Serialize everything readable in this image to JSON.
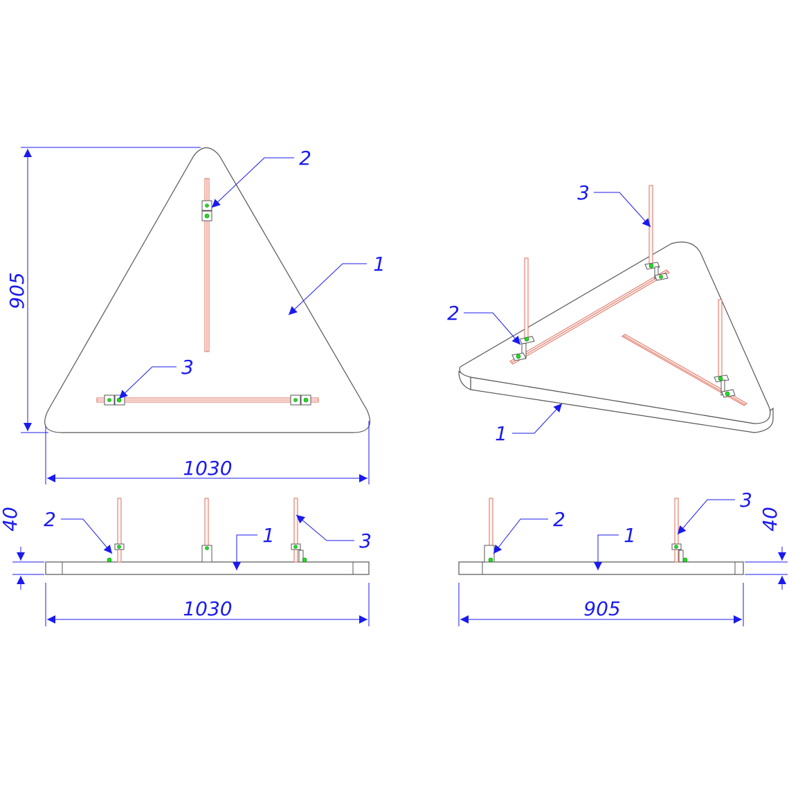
{
  "colors": {
    "dimension": "#1a1aee",
    "outline": "#555555",
    "rod": "#e07a6a",
    "fastener": "#22dd22"
  },
  "top_view": {
    "height_dim": "905",
    "width_dim": "1030",
    "callouts": {
      "plate": "1",
      "bracket": "2",
      "rod": "3"
    }
  },
  "iso_view": {
    "callouts": {
      "plate": "1",
      "bracket": "2",
      "rod": "3"
    }
  },
  "front_view": {
    "thickness_dim": "40",
    "width_dim": "1030",
    "callouts": {
      "plate": "1",
      "bracket": "2",
      "rod": "3"
    }
  },
  "side_view": {
    "thickness_dim": "40",
    "width_dim": "905",
    "callouts": {
      "plate": "1",
      "bracket": "2",
      "rod": "3"
    }
  }
}
